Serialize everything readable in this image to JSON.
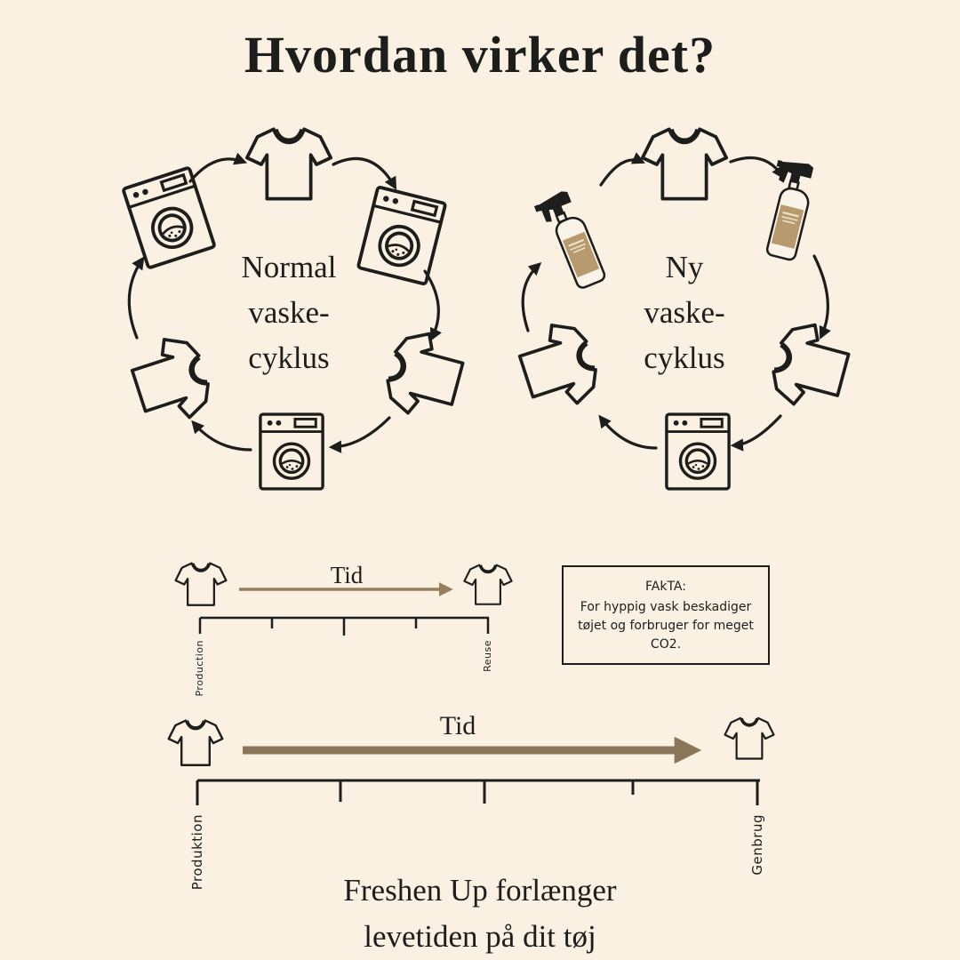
{
  "page": {
    "title": "Hvordan virker det?",
    "background_color": "#faf1e3",
    "ink_color": "#1d1d1b",
    "accent_color": "#95805c"
  },
  "cycles": {
    "left": {
      "name": "Normal vaske-cyklus",
      "label_lines": [
        "Normal",
        "vaske-",
        "cyklus"
      ],
      "icons": [
        "washing-machine-icon",
        "tshirt-icon",
        "washing-machine-icon",
        "shirt-icon",
        "washing-machine-icon",
        "shirt-icon"
      ]
    },
    "right": {
      "name": "Ny vaske-cyklus",
      "label_lines": [
        "Ny",
        "vaske-",
        "cyklus"
      ],
      "icons": [
        "spray-bottle-icon",
        "tshirt-icon",
        "spray-bottle-icon",
        "shirt-icon",
        "washing-machine-icon",
        "shirt-icon"
      ]
    }
  },
  "short_timeline": {
    "arrow_label": "Tid",
    "start_tick_label": "Production",
    "end_tick_label": "Reuse"
  },
  "fact_box": {
    "title": "FAkTA:",
    "body_lines": [
      "For hyppig vask beskadiger",
      "tøjet og forbruger for meget",
      "CO2."
    ]
  },
  "long_timeline": {
    "arrow_label": "Tid",
    "start_tick_label": "Produktion",
    "end_tick_label": "Genbrug"
  },
  "caption_lines": [
    "Freshen Up forlænger",
    "levetiden på dit tøj"
  ]
}
